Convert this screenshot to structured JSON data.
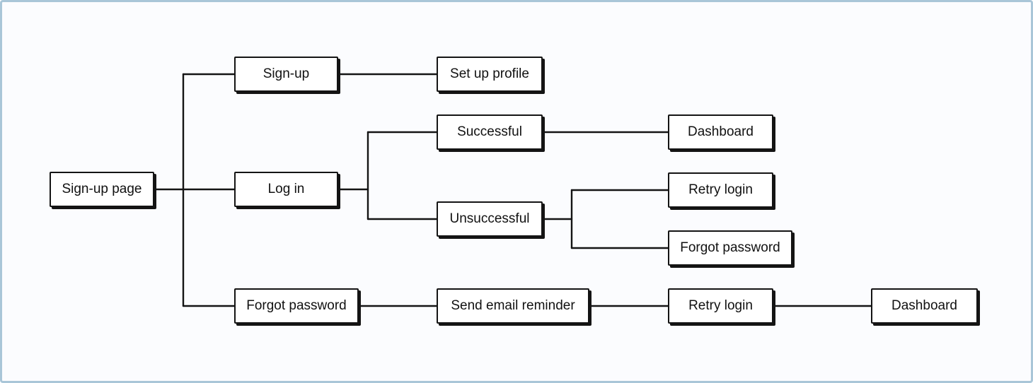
{
  "nodes": {
    "signup_page": "Sign-up page",
    "signup": "Sign-up",
    "setup_profile": "Set up profile",
    "login": "Log in",
    "successful": "Successful",
    "dashboard_1": "Dashboard",
    "unsuccessful": "Unsuccessful",
    "retry_login_1": "Retry login",
    "forgot_password_1": "Forgot password",
    "forgot_password_2": "Forgot password",
    "send_email_reminder": "Send email reminder",
    "retry_login_2": "Retry login",
    "dashboard_2": "Dashboard"
  },
  "edges": [
    [
      "signup_page",
      "signup"
    ],
    [
      "signup_page",
      "login"
    ],
    [
      "signup_page",
      "forgot_password_2"
    ],
    [
      "signup",
      "setup_profile"
    ],
    [
      "login",
      "successful"
    ],
    [
      "login",
      "unsuccessful"
    ],
    [
      "successful",
      "dashboard_1"
    ],
    [
      "unsuccessful",
      "retry_login_1"
    ],
    [
      "unsuccessful",
      "forgot_password_1"
    ],
    [
      "forgot_password_2",
      "send_email_reminder"
    ],
    [
      "send_email_reminder",
      "retry_login_2"
    ],
    [
      "retry_login_2",
      "dashboard_2"
    ]
  ],
  "colors": {
    "frame_border": "#a9c6d8",
    "background": "#fbfcfe",
    "stroke": "#141414"
  }
}
